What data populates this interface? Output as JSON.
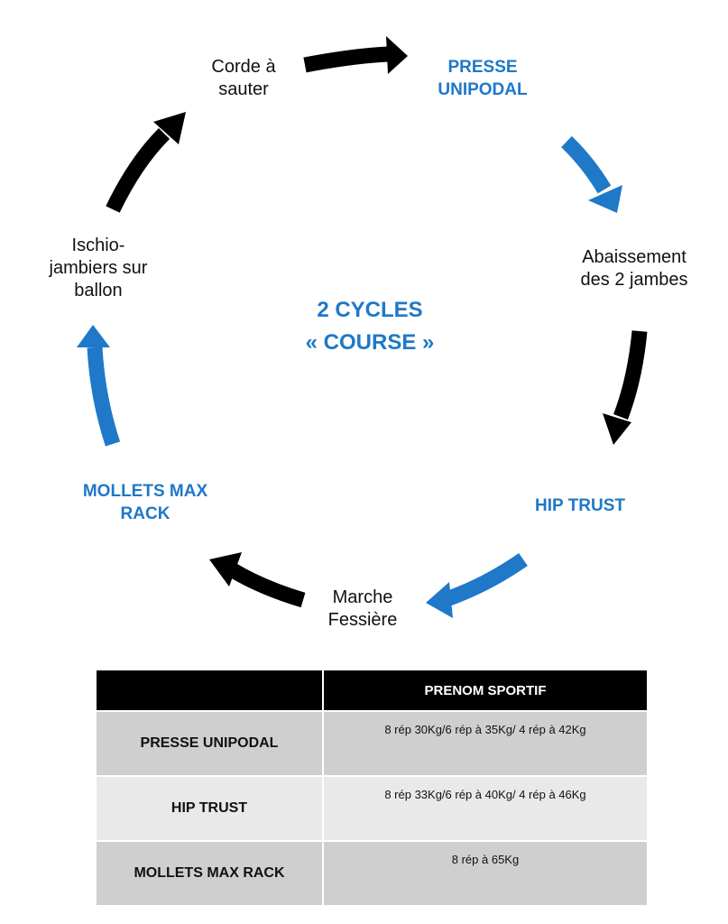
{
  "colors": {
    "accent_blue": "#1f78c8",
    "arrow_black": "#000000",
    "header_bg": "#000000",
    "row_dark": "#cfcfcf",
    "row_light": "#e9e9e9"
  },
  "diagram": {
    "center": {
      "line1": "2 CYCLES",
      "line2": "« COURSE »"
    },
    "nodes": [
      {
        "id": "corde",
        "lines": [
          "Corde à",
          "sauter"
        ],
        "highlight": false
      },
      {
        "id": "presse",
        "lines": [
          "PRESSE",
          "UNIPODAL"
        ],
        "highlight": true
      },
      {
        "id": "abaissement",
        "lines": [
          "Abaissement",
          "des 2 jambes"
        ],
        "highlight": false
      },
      {
        "id": "hip",
        "lines": [
          "HIP TRUST"
        ],
        "highlight": true
      },
      {
        "id": "marche",
        "lines": [
          "Marche",
          "Fessière"
        ],
        "highlight": false
      },
      {
        "id": "mollets",
        "lines": [
          "MOLLETS MAX",
          "RACK"
        ],
        "highlight": true
      },
      {
        "id": "ischio",
        "lines": [
          "Ischio-",
          "jambiers sur",
          "ballon"
        ],
        "highlight": false
      }
    ],
    "arrows": [
      {
        "id": "corde-to-presse",
        "color": "black"
      },
      {
        "id": "presse-to-abaissement",
        "color": "blue"
      },
      {
        "id": "abaissement-to-hip",
        "color": "black"
      },
      {
        "id": "hip-to-marche",
        "color": "blue"
      },
      {
        "id": "marche-to-mollets",
        "color": "black"
      },
      {
        "id": "mollets-to-ischio",
        "color": "blue"
      },
      {
        "id": "ischio-to-corde",
        "color": "black"
      }
    ]
  },
  "table": {
    "header": [
      "",
      "PRENOM SPORTIF"
    ],
    "rows": [
      {
        "exercise": "PRESSE UNIPODAL",
        "value": "8 rép 30Kg/6 rép à 35Kg/ 4 rép à 42Kg"
      },
      {
        "exercise": "HIP TRUST",
        "value": "8 rép 33Kg/6 rép à 40Kg/ 4 rép à 46Kg"
      },
      {
        "exercise": "MOLLETS MAX RACK",
        "value": "8 rép à 65Kg"
      }
    ]
  }
}
